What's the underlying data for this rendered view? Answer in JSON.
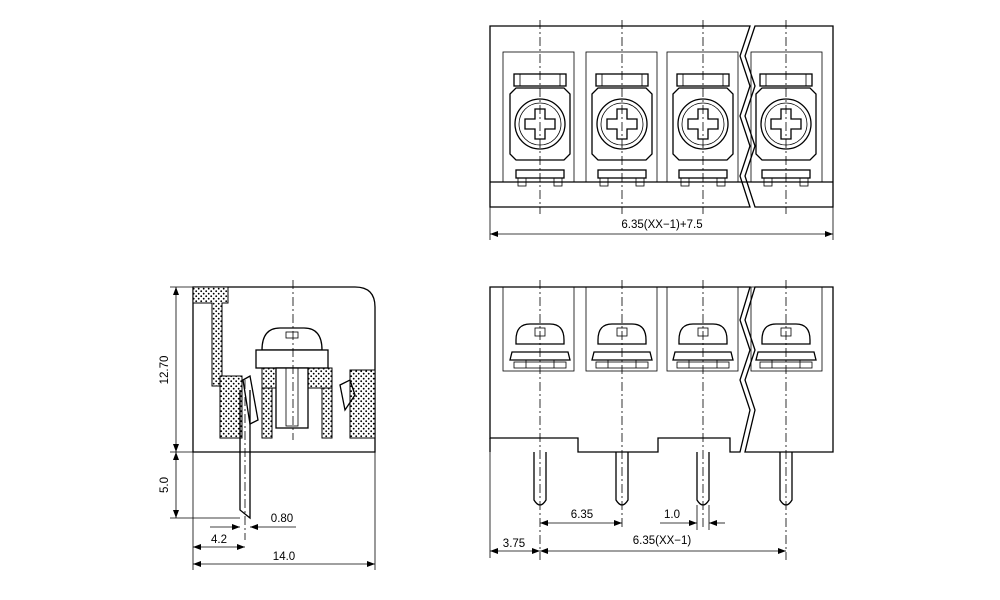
{
  "drawing": {
    "dimensions": {
      "overall_length_top": "6.35(XX−1)+7.5",
      "height_body": "12.70",
      "pin_length": "5.0",
      "pin_thickness": "0.80",
      "pin_offset": "4.2",
      "overall_depth": "14.0",
      "pitch": "6.35",
      "pin_width": "1.0",
      "first_pin_offset": "3.75",
      "pin_span": "6.35(XX−1)"
    }
  }
}
